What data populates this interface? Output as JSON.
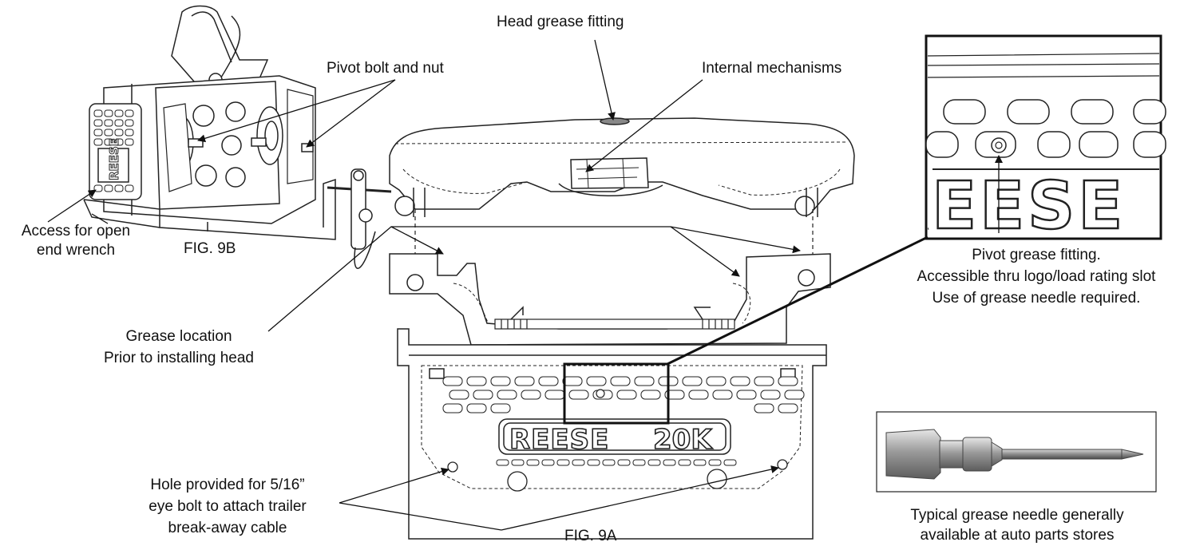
{
  "labels": {
    "head_grease_fitting": "Head grease fitting",
    "pivot_bolt_nut": "Pivot bolt and nut",
    "internal_mechanisms": "Internal mechanisms",
    "access_wrench_line1": "Access for open",
    "access_wrench_line2": "end wrench",
    "fig_9b": "FIG. 9B",
    "pivot_fitting_line1": "Pivot grease fitting.",
    "pivot_fitting_line2": "Accessible thru logo/load rating slot",
    "pivot_fitting_line3": "Use of grease needle required.",
    "grease_location_line1": "Grease location",
    "grease_location_line2": "Prior to installing head",
    "hole_line1": "Hole provided for 5/16”",
    "hole_line2": "eye bolt to attach trailer",
    "hole_line3": "break-away cable",
    "fig_9a": "FIG. 9A",
    "needle_line1": "Typical grease needle generally",
    "needle_line2": "available at auto parts stores"
  },
  "logo": {
    "brand": "REESE",
    "rating": "20K",
    "zoom_brand": "REESE"
  },
  "colors": {
    "line": "#222222",
    "metal_dark": "#6b6b6b",
    "metal_light": "#bdbdbd"
  }
}
